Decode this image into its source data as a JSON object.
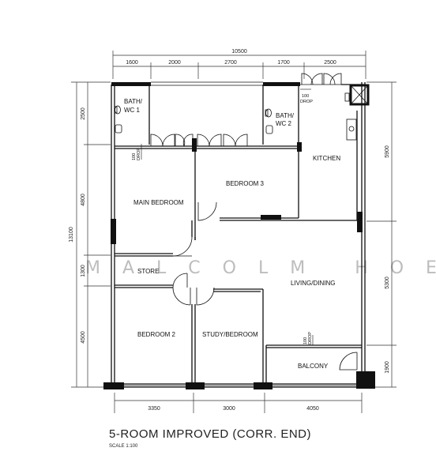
{
  "plan": {
    "title": "5-ROOM IMPROVED (CORR. END)",
    "scale": "SCALE  1:100",
    "watermark": "MALCOLM HOE",
    "dimensions": {
      "top_total": "10500",
      "top": [
        "1600",
        "2000",
        "2700",
        "1700",
        "2500"
      ],
      "bottom": [
        "3350",
        "3000",
        "4050"
      ],
      "left_total": "13100",
      "left": [
        "2500",
        "4800",
        "1300",
        "4500"
      ],
      "right": [
        "5900",
        "5300",
        "1900"
      ]
    },
    "rooms": {
      "bath1_line1": "BATH/",
      "bath1_line2": "WC 1",
      "bath2_line1": "BATH/",
      "bath2_line2": "WC 2",
      "kitchen": "KITCHEN",
      "main_bedroom": "MAIN BEDROOM",
      "bedroom3": "BEDROOM 3",
      "store": "STORE",
      "living_dining": "LIVING/DINING",
      "bedroom2": "BEDROOM 2",
      "study_bedroom": "STUDY/BEDROOM",
      "balcony": "BALCONY"
    },
    "drops": {
      "d1_num": "100",
      "d1_word": "DROP",
      "d2_num": "100",
      "d2_word": "DROP",
      "d3_num": "100",
      "d3_word": "DROP"
    },
    "colors": {
      "line": "#111111",
      "dim_line": "#333333",
      "watermark": "#bdbdbd"
    }
  }
}
